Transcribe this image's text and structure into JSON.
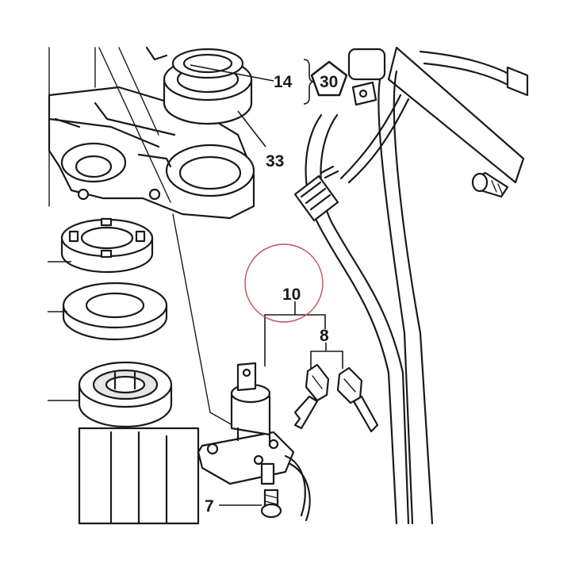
{
  "callouts": {
    "c14": "14",
    "c30": "30",
    "c33": "33",
    "c10": "10",
    "c8": "8",
    "c7": "7"
  },
  "colors": {
    "line": "#1a1a1a",
    "highlight_circle": "#c0505a",
    "shade": "#e6e6e6"
  }
}
